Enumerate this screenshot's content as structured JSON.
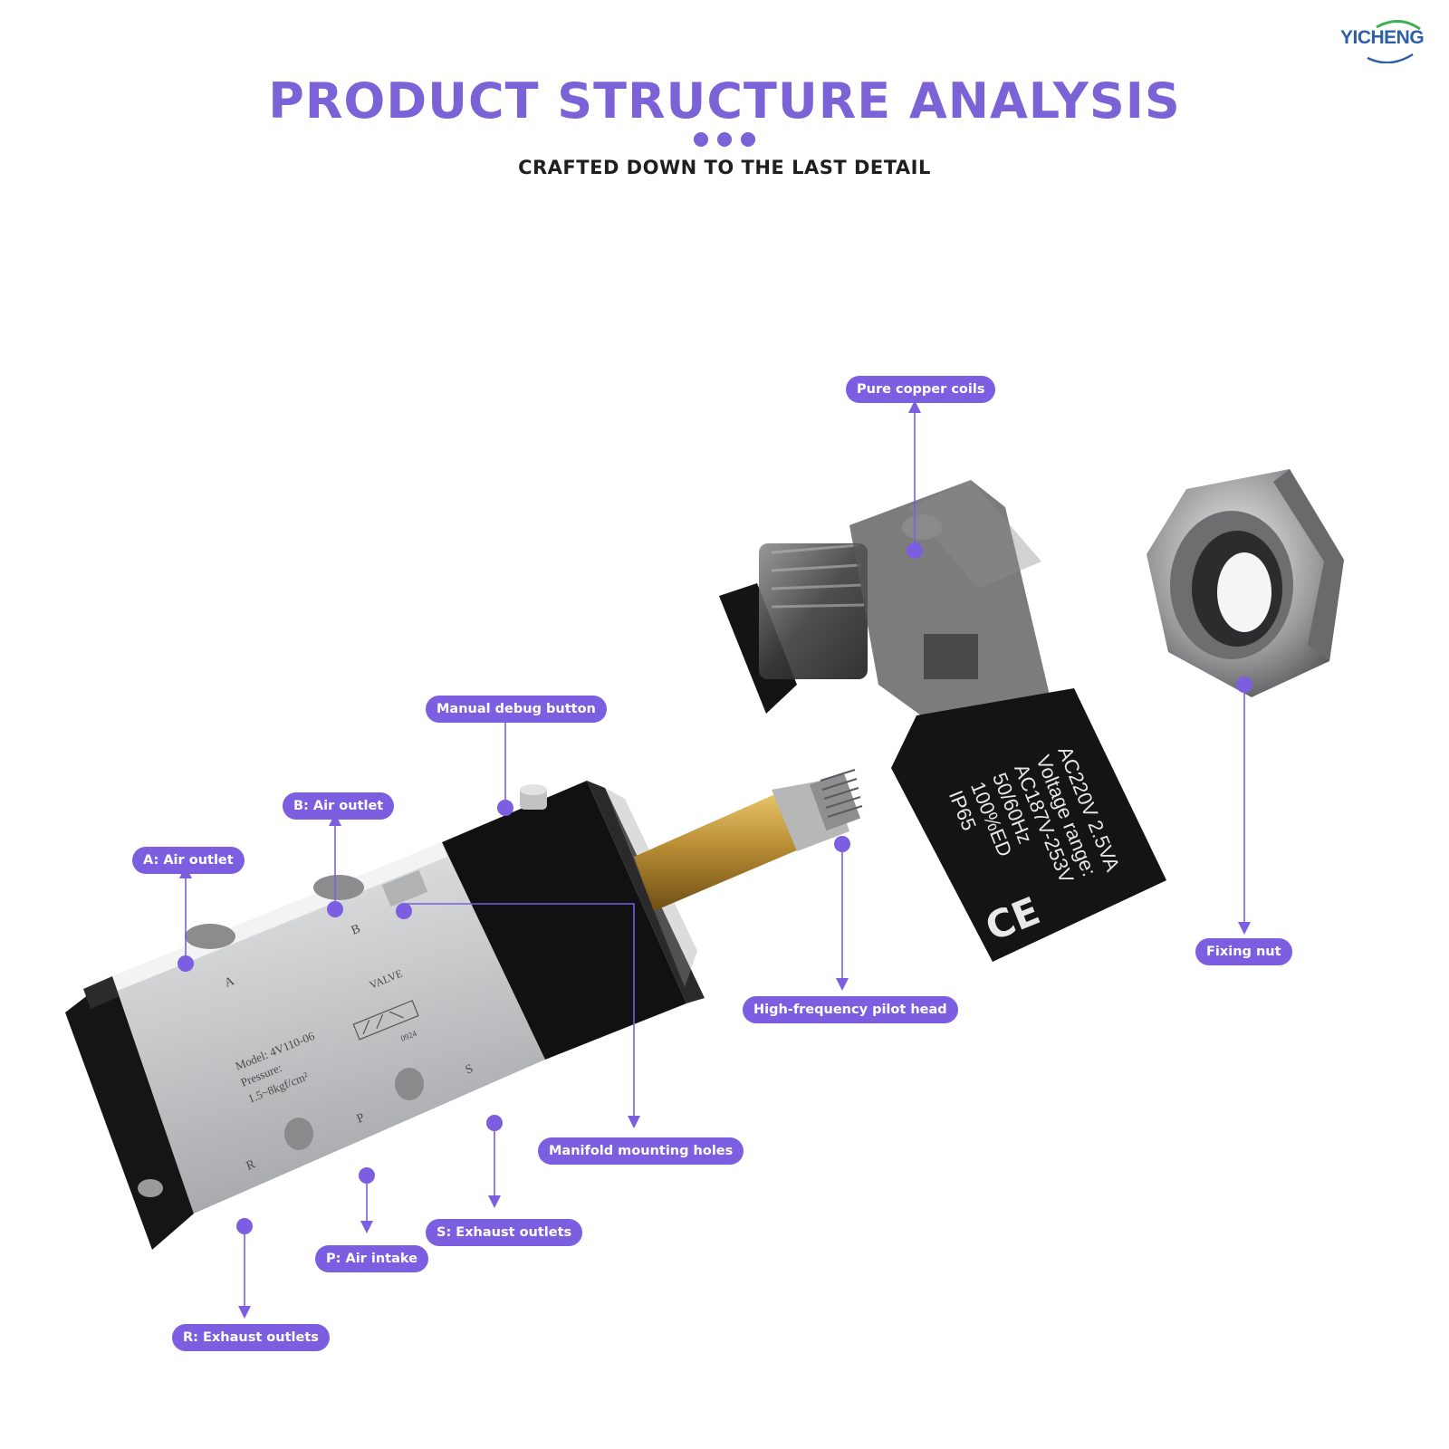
{
  "brand": {
    "name": "YICHENG",
    "color": "#2d5fa8"
  },
  "header": {
    "title": "PRODUCT STRUCTURE ANALYSIS",
    "subtitle": "CRAFTED DOWN TO THE LAST DETAIL",
    "accent_color": "#7b62d6"
  },
  "callouts": {
    "pure_copper_coils": "Pure copper coils",
    "manual_debug_button": "Manual debug button",
    "b_air_outlet": "B:  Air outlet",
    "a_air_outlet": "A:  Air outlet",
    "fixing_nut": "Fixing nut",
    "high_frequency_pilot_head": "High-frequency pilot head",
    "manifold_mounting_holes": "Manifold mounting holes",
    "s_exhaust_outlets": "S:  Exhaust outlets",
    "p_air_intake": "P:  Air intake",
    "r_exhaust_outlets": "R:  Exhaust outlets"
  },
  "coil_print": {
    "line1": "AC220V 2.5VA",
    "line2": "Voltage range:",
    "line3": "AC187V-253V",
    "line4": "50/60Hz",
    "line5": "100%ED",
    "line6": "IP65",
    "mark": "CE"
  },
  "valve_print": {
    "port_a": "A",
    "port_b": "B",
    "port_p": "P",
    "port_r": "R",
    "port_s": "S",
    "valve_word": "VALVE",
    "model": "Model: 4V110-06",
    "pressure": "Pressure:",
    "pressure_value": "1.5~8kgf/cm²",
    "code": "0924"
  }
}
